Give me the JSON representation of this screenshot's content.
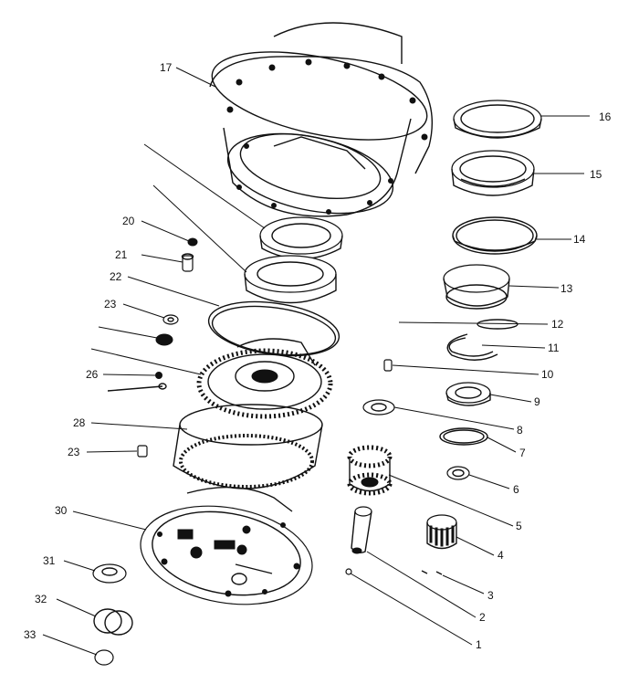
{
  "callouts": {
    "c1": "1",
    "c2": "2",
    "c3": "3",
    "c4": "4",
    "c5": "5",
    "c6": "6",
    "c7": "7",
    "c8": "8",
    "c9": "9",
    "c10": "10",
    "c11": "11",
    "c12": "12",
    "c13": "13",
    "c14": "14",
    "c15": "15",
    "c16": "16",
    "c17": "17",
    "c20": "20",
    "c21": "21",
    "c22": "22",
    "c23a": "23",
    "c23b": "23",
    "c26": "26",
    "c28": "28",
    "c30": "30",
    "c31": "31",
    "c32": "32",
    "c33": "33"
  }
}
